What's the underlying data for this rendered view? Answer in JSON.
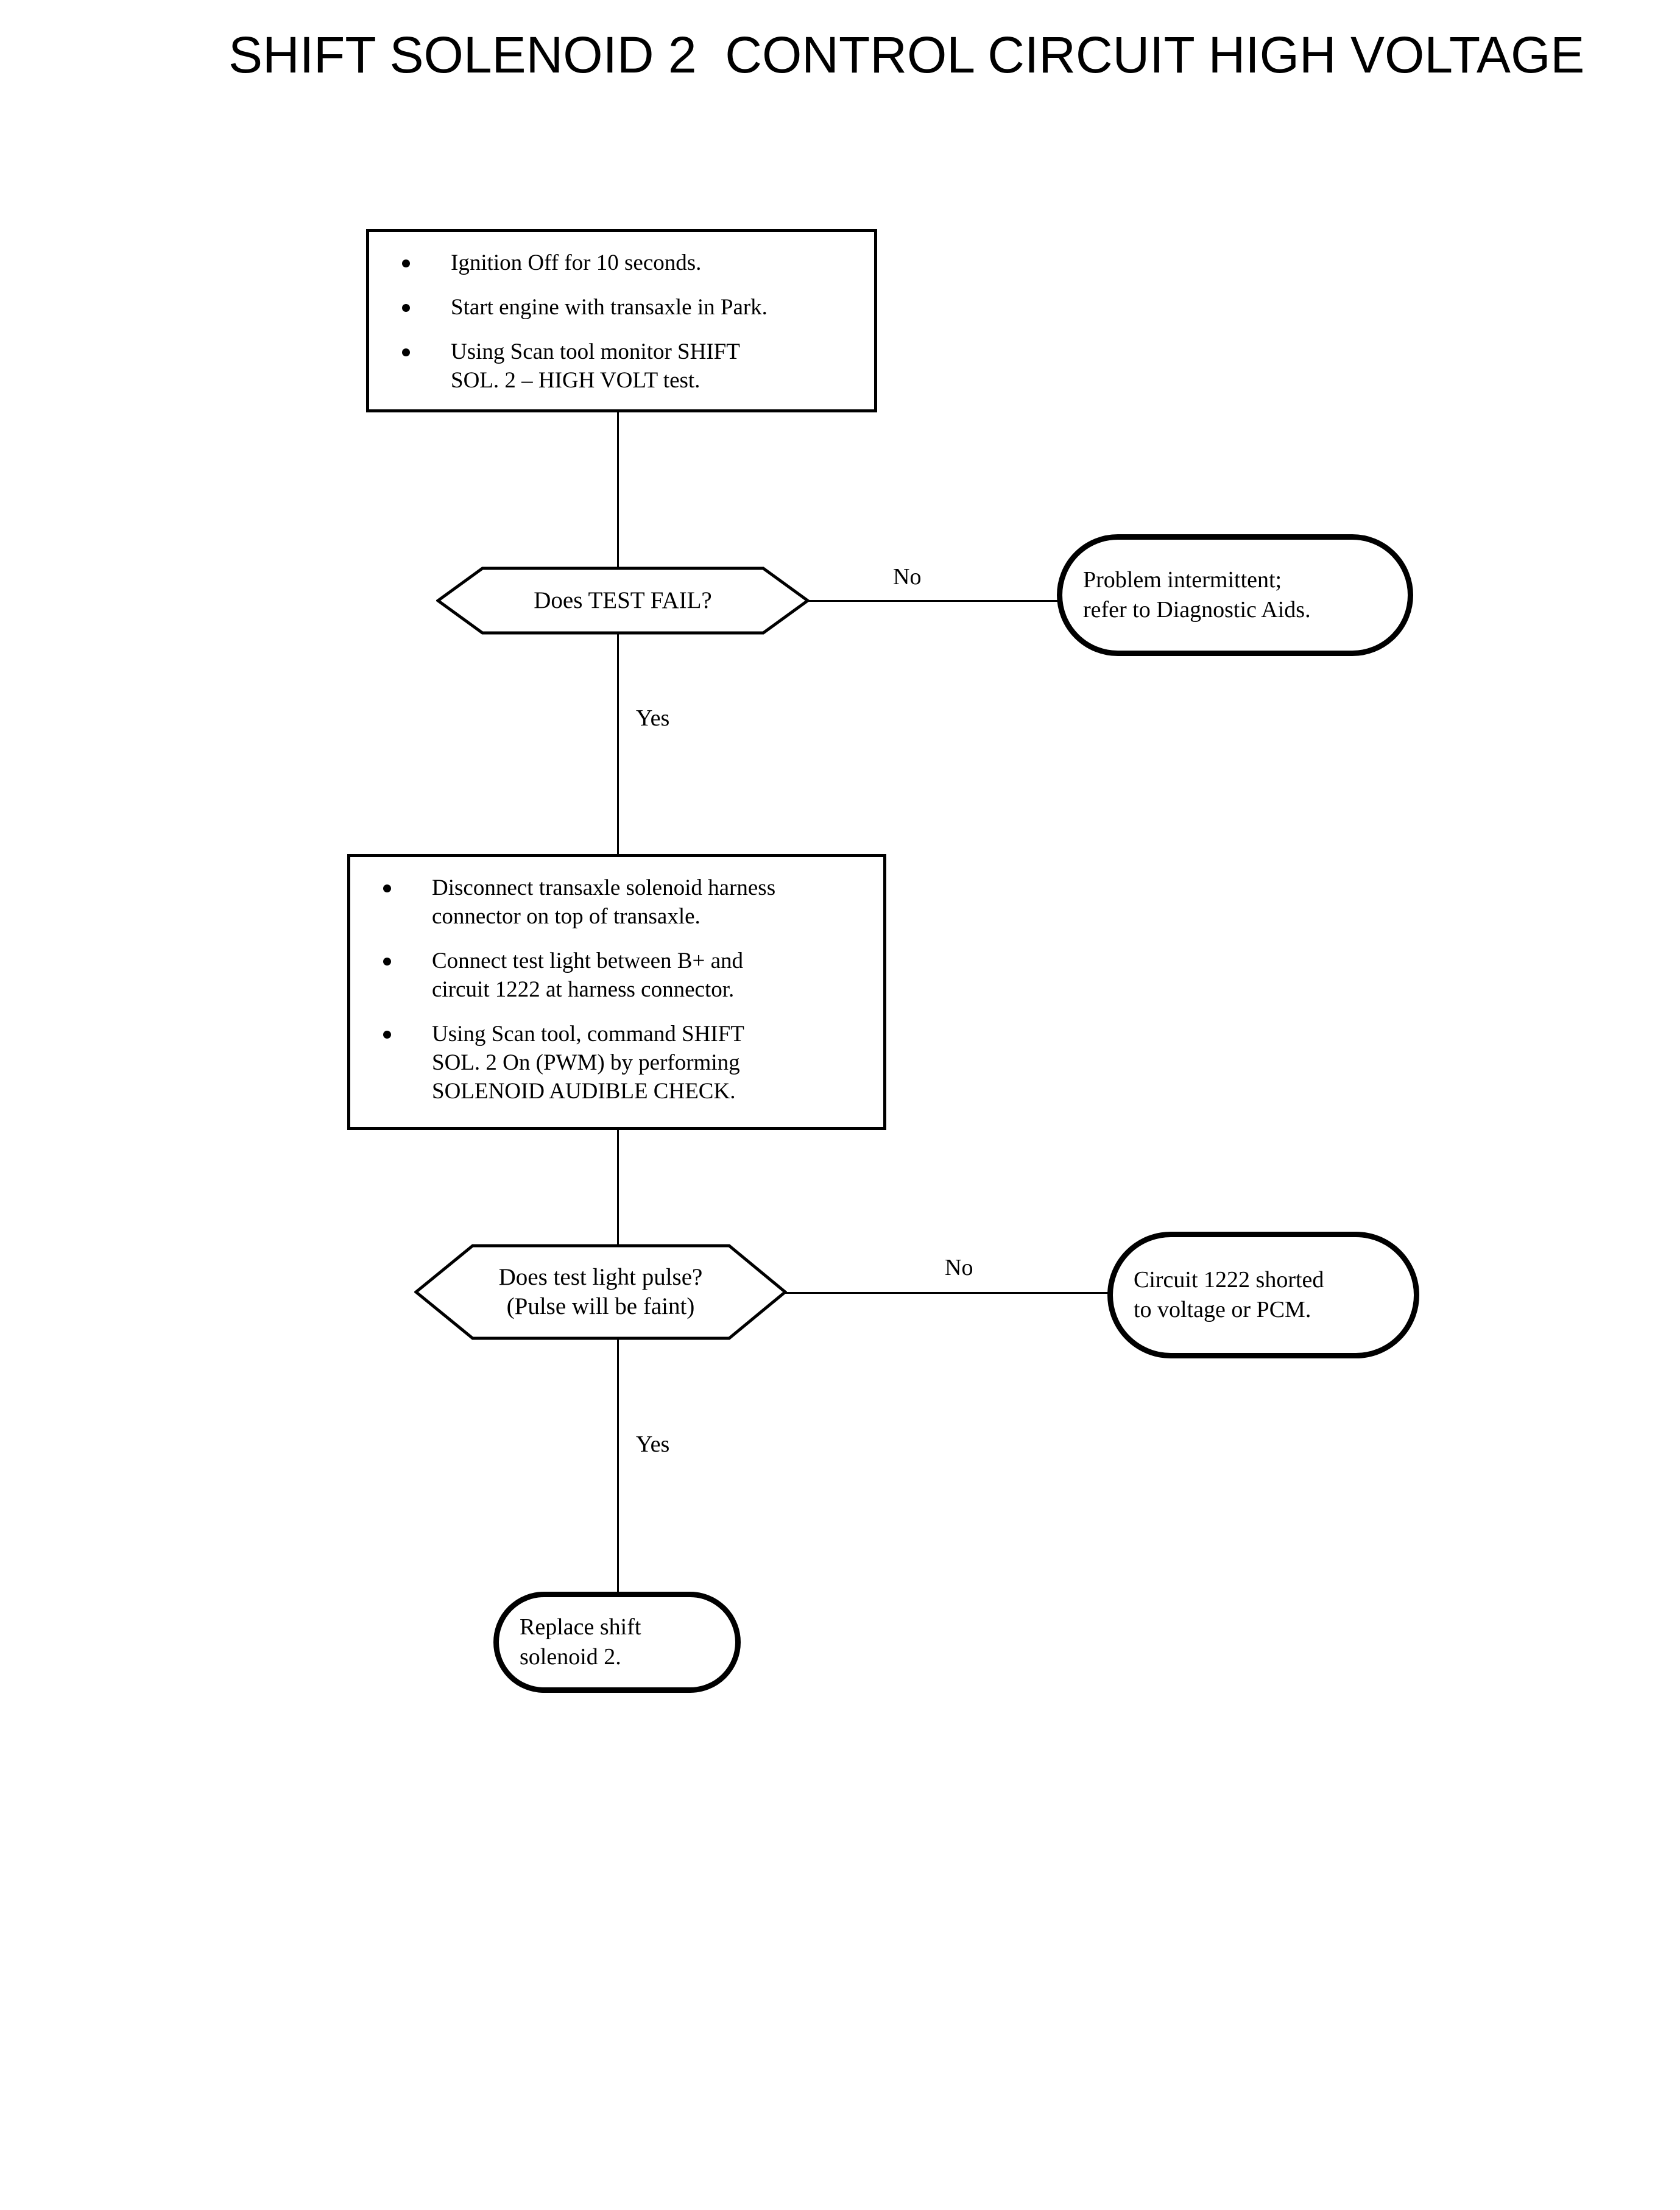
{
  "title": "SHIFT SOLENOID 2  CONTROL CIRCUIT HIGH VOLTAGE",
  "flow": {
    "step1": {
      "type": "process",
      "bullets": [
        "Ignition Off for 10 seconds.",
        "Start engine with transaxle in Park.",
        "Using Scan tool monitor SHIFT\nSOL. 2 – HIGH VOLT test."
      ]
    },
    "decision1": {
      "type": "decision",
      "text": "Does TEST FAIL?",
      "no_label": "No",
      "yes_label": "Yes"
    },
    "outcome1": {
      "type": "terminator",
      "text": "Problem intermittent;\nrefer to Diagnostic Aids."
    },
    "step2": {
      "type": "process",
      "bullets": [
        "Disconnect transaxle solenoid harness\nconnector on top of transaxle.",
        "Connect test light between B+ and\ncircuit 1222 at harness connector.",
        "Using Scan tool, command  SHIFT\nSOL. 2 On (PWM) by performing\nSOLENOID AUDIBLE CHECK."
      ]
    },
    "decision2": {
      "type": "decision",
      "text": "Does test light pulse?\n(Pulse will be faint)",
      "no_label": "No",
      "yes_label": "Yes"
    },
    "outcome2": {
      "type": "terminator",
      "text": "Circuit 1222 shorted\nto voltage or PCM."
    },
    "outcome3": {
      "type": "terminator",
      "text": "Replace shift\nsolenoid 2."
    }
  },
  "colors": {
    "ink": "#000000",
    "paper": "#ffffff"
  }
}
